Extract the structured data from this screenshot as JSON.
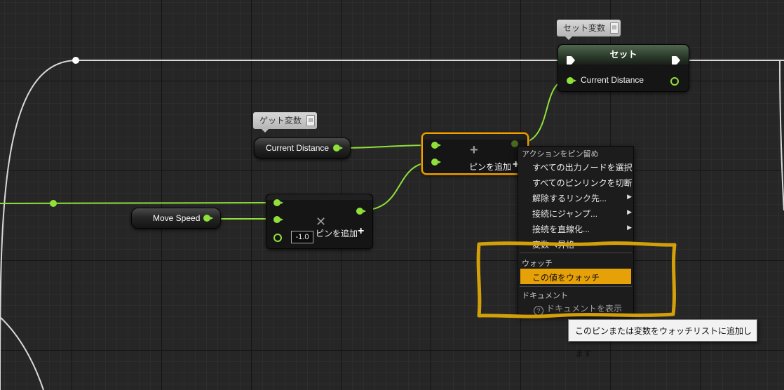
{
  "nodes": {
    "set_node": {
      "title": "セット",
      "label": "セット変数",
      "pin_label": "Current Distance"
    },
    "get_node": {
      "label": "ゲット変数",
      "pin_label": "Current Distance"
    },
    "move_speed": {
      "pin_label": "Move Speed"
    },
    "add_node_top": {
      "add_pin_label": "ピンを追加",
      "plus": "+",
      "icon": "plus-icon"
    },
    "multiply_node": {
      "add_pin_label": "ピンを追加",
      "plus": "+",
      "default_value": "-1.0",
      "icon": "multiply-icon"
    }
  },
  "context_menu": {
    "section_pin_actions": "アクションをピン留め",
    "items": [
      {
        "label": "すべての出力ノードを選択"
      },
      {
        "label": "すべてのピンリンクを切断"
      },
      {
        "label": "解除するリンク先...",
        "submenu": true
      },
      {
        "label": "接続にジャンプ...",
        "submenu": true
      },
      {
        "label": "接続を直線化...",
        "submenu": true
      },
      {
        "label": "変数へ昇格"
      }
    ],
    "submenu_arrow": "▶",
    "section_watch": "ウォッチ",
    "watch_item": "この値をウォッチ",
    "section_docs": "ドキュメント",
    "docs_item": "ドキュメントを表示",
    "docs_icon": "help-icon"
  },
  "tooltip": "このピンまたは変数をウォッチリストに追加します",
  "colors": {
    "float_pin": "#8fe13a",
    "exec_wire": "#dcdcdc",
    "selection": "#f0a000",
    "menu_highlight": "#e6a008",
    "annotation": "#d4a00a"
  }
}
